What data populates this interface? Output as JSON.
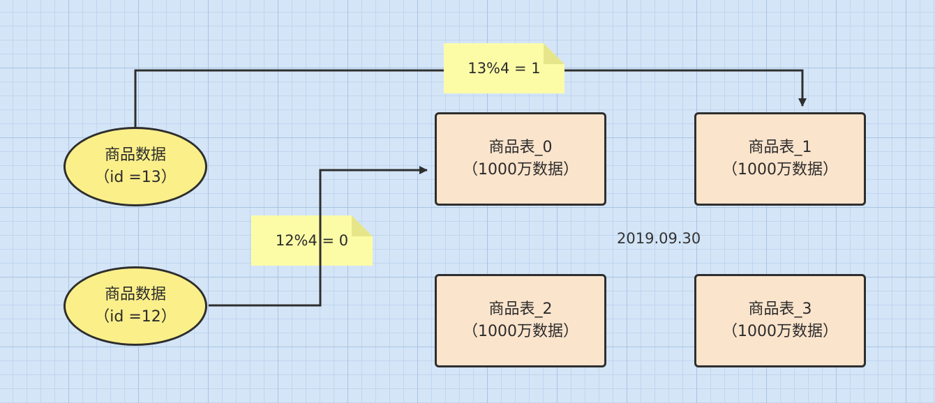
{
  "sources": [
    {
      "name": "商品数据",
      "detail": "（id =13）"
    },
    {
      "name": "商品数据",
      "detail": "（id =12）"
    }
  ],
  "tables": [
    {
      "name": "商品表_0",
      "detail": "（1000万数据）"
    },
    {
      "name": "商品表_1",
      "detail": "（1000万数据）"
    },
    {
      "name": "商品表_2",
      "detail": "（1000万数据）"
    },
    {
      "name": "商品表_3",
      "detail": "（1000万数据）"
    }
  ],
  "notes": [
    {
      "text": "13%4 = 1"
    },
    {
      "text": "12%4 = 0"
    }
  ],
  "date_label": "2019.09.30",
  "colors": {
    "background": "#d4e5f7",
    "grid": "#a9c3e3",
    "source_fill": "#fbef8a",
    "table_fill": "#fbe4cc",
    "note_fill": "#fcfca7",
    "stroke": "#2e2e2e"
  }
}
